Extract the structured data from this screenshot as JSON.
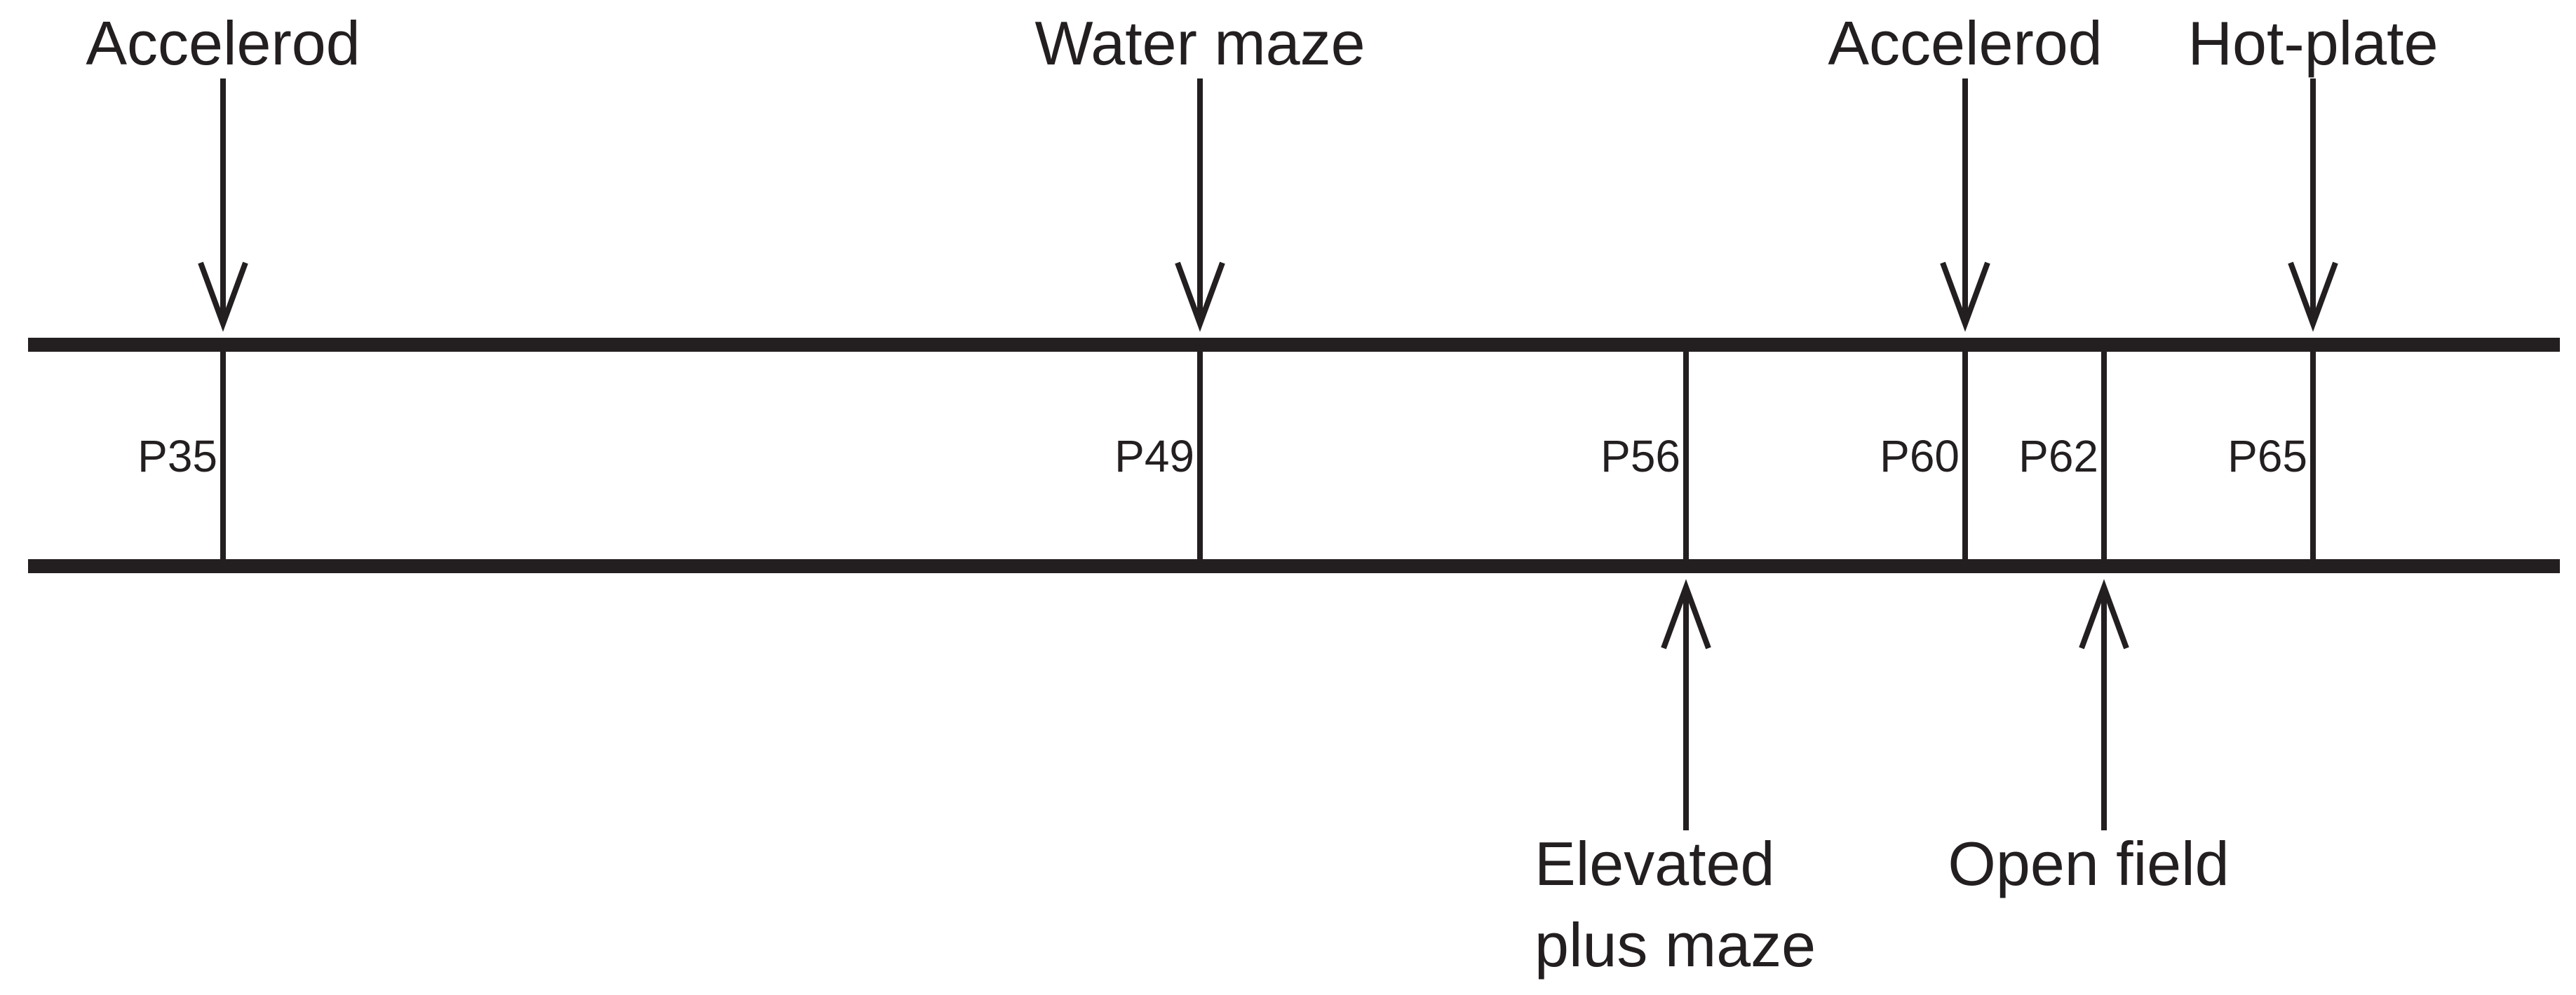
{
  "timeline": {
    "days": [
      {
        "label": "P35",
        "day": 35
      },
      {
        "label": "P49",
        "day": 49
      },
      {
        "label": "P56",
        "day": 56
      },
      {
        "label": "P60",
        "day": 60
      },
      {
        "label": "P62",
        "day": 62
      },
      {
        "label": "P65",
        "day": 65
      }
    ],
    "tests_above": [
      {
        "label": "Accelerod",
        "day": 35
      },
      {
        "label": "Water maze",
        "day": 49
      },
      {
        "label": "Accelerod",
        "day": 60
      },
      {
        "label": "Hot-plate",
        "day": 65
      }
    ],
    "tests_below": [
      {
        "lines": [
          "Elevated",
          "plus maze"
        ],
        "day": 56
      },
      {
        "lines": [
          "Open field"
        ],
        "day": 62
      }
    ]
  }
}
